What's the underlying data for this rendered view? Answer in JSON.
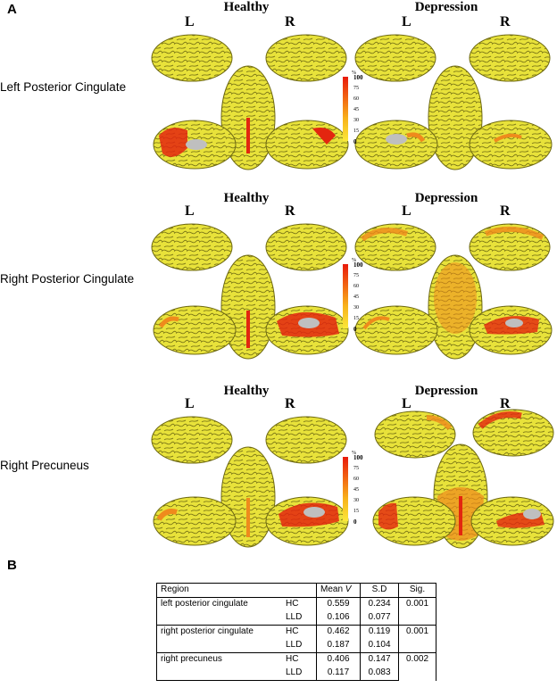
{
  "panel_a_label": "A",
  "panel_b_label": "B",
  "groups": [
    "Healthy",
    "Depression"
  ],
  "hemispheres": [
    "L",
    "R"
  ],
  "rows": [
    {
      "label": "Left Posterior Cingulate"
    },
    {
      "label": "Right Posterior Cingulate"
    },
    {
      "label": "Right Precuneus"
    }
  ],
  "colorbar": {
    "unit": "%",
    "ticks": [
      "100",
      "75",
      "60",
      "45",
      "30",
      "15",
      "0"
    ]
  },
  "colors": {
    "brain_base": "#e8e23a",
    "sulci": "#6f6a12",
    "hot": "#e3260f",
    "mid": "#ef8a1c",
    "mask": "#bfbfbf"
  },
  "table": {
    "headers": [
      "Region",
      "Mean V",
      "S.D",
      "Sig."
    ],
    "header_mean_plain": "Mean ",
    "header_mean_italic": "V",
    "rows": [
      {
        "region": "left posterior cingulate",
        "entries": [
          {
            "group": "HC",
            "mean": "0.559",
            "sd": "0.234",
            "sig": "0.001"
          },
          {
            "group": "LLD",
            "mean": "0.106",
            "sd": "0.077",
            "sig": ""
          }
        ]
      },
      {
        "region": "right posterior cingulate",
        "entries": [
          {
            "group": "HC",
            "mean": "0.462",
            "sd": "0.119",
            "sig": "0.001"
          },
          {
            "group": "LLD",
            "mean": "0.187",
            "sd": "0.104",
            "sig": ""
          }
        ]
      },
      {
        "region": "right precuneus",
        "entries": [
          {
            "group": "HC",
            "mean": "0.406",
            "sd": "0.147",
            "sig": "0.002"
          },
          {
            "group": "LLD",
            "mean": "0.117",
            "sd": "0.083",
            "sig": ""
          }
        ]
      }
    ]
  }
}
